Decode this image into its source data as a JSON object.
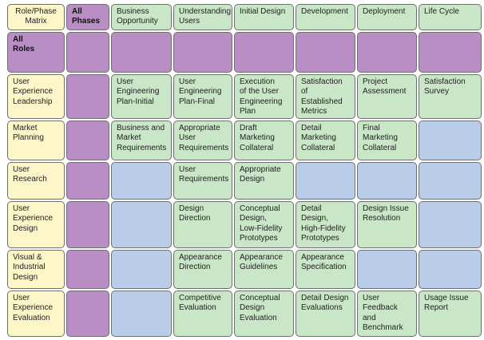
{
  "palette": {
    "header_yellow": "#fdf6c8",
    "purple": "#b88ec4",
    "green": "#c9e6c6",
    "blue": "#b9cde9"
  },
  "matrix": {
    "corner": "Role/Phase\nMatrix",
    "phases": [
      "All\nPhases",
      "Business\nOpportunity",
      "Understanding\nUsers",
      "Initial Design",
      "Development",
      "Deployment",
      "Life Cycle"
    ],
    "rows": [
      {
        "role": "All\nRoles",
        "role_color": "purple",
        "cells": [
          {
            "text": "",
            "color": "purple"
          },
          {
            "text": "",
            "color": "purple"
          },
          {
            "text": "",
            "color": "purple"
          },
          {
            "text": "",
            "color": "purple"
          },
          {
            "text": "",
            "color": "purple"
          },
          {
            "text": "",
            "color": "purple"
          },
          {
            "text": "",
            "color": "purple"
          }
        ]
      },
      {
        "role": "User\nExperience\nLeadership",
        "role_color": "header_yellow",
        "cells": [
          {
            "text": "",
            "color": "purple"
          },
          {
            "text": "User\nEngineering\nPlan-Initial",
            "color": "green"
          },
          {
            "text": "User\nEngineering\nPlan-Final",
            "color": "green"
          },
          {
            "text": "Execution\nof the User\nEngineering\nPlan",
            "color": "green"
          },
          {
            "text": "Satisfaction\nof\nEstablished\nMetrics",
            "color": "green"
          },
          {
            "text": "Project\nAssessment",
            "color": "green"
          },
          {
            "text": "Satisfaction\nSurvey",
            "color": "green"
          }
        ]
      },
      {
        "role": "Market\nPlanning",
        "role_color": "header_yellow",
        "cells": [
          {
            "text": "",
            "color": "purple"
          },
          {
            "text": "Business and\nMarket\nRequirements",
            "color": "green"
          },
          {
            "text": "Appropriate\nUser\nRequirements",
            "color": "green"
          },
          {
            "text": "Draft\nMarketing\nCollateral",
            "color": "green"
          },
          {
            "text": "Detail\nMarketing\nCollateral",
            "color": "green"
          },
          {
            "text": "Final\nMarketing\nCollateral",
            "color": "green"
          },
          {
            "text": "",
            "color": "blue"
          }
        ]
      },
      {
        "role": "User\nResearch",
        "role_color": "header_yellow",
        "cells": [
          {
            "text": "",
            "color": "purple"
          },
          {
            "text": "",
            "color": "blue"
          },
          {
            "text": "User\nRequirements",
            "color": "green"
          },
          {
            "text": "Appropriate\nDesign",
            "color": "green"
          },
          {
            "text": "",
            "color": "blue"
          },
          {
            "text": "",
            "color": "blue"
          },
          {
            "text": "",
            "color": "blue"
          }
        ]
      },
      {
        "role": "User\nExperience\nDesign",
        "role_color": "header_yellow",
        "cells": [
          {
            "text": "",
            "color": "purple"
          },
          {
            "text": "",
            "color": "blue"
          },
          {
            "text": "Design\nDirection",
            "color": "green"
          },
          {
            "text": "Conceptual\nDesign,\nLow-Fidelity\nPrototypes",
            "color": "green"
          },
          {
            "text": "Detail Design,\nHigh-Fidelity\nPrototypes",
            "color": "green"
          },
          {
            "text": "Design Issue\nResolution",
            "color": "green"
          },
          {
            "text": "",
            "color": "blue"
          }
        ]
      },
      {
        "role": "Visual &\nIndustrial\nDesign",
        "role_color": "header_yellow",
        "cells": [
          {
            "text": "",
            "color": "purple"
          },
          {
            "text": "",
            "color": "blue"
          },
          {
            "text": "Appearance\nDirection",
            "color": "green"
          },
          {
            "text": "Appearance\nGuidelines",
            "color": "green"
          },
          {
            "text": "Appearance\nSpecification",
            "color": "green"
          },
          {
            "text": "",
            "color": "blue"
          },
          {
            "text": "",
            "color": "blue"
          }
        ]
      },
      {
        "role": "User\nExperience\nEvaluation",
        "role_color": "header_yellow",
        "cells": [
          {
            "text": "",
            "color": "purple"
          },
          {
            "text": "",
            "color": "blue"
          },
          {
            "text": "Competitive\nEvaluation",
            "color": "green"
          },
          {
            "text": "Conceptual\nDesign\nEvaluation",
            "color": "green"
          },
          {
            "text": "Detail Design\nEvaluations",
            "color": "green"
          },
          {
            "text": "User\nFeedback\nand\nBenchmark",
            "color": "green"
          },
          {
            "text": "Usage Issue\nReport",
            "color": "green"
          }
        ]
      }
    ]
  }
}
